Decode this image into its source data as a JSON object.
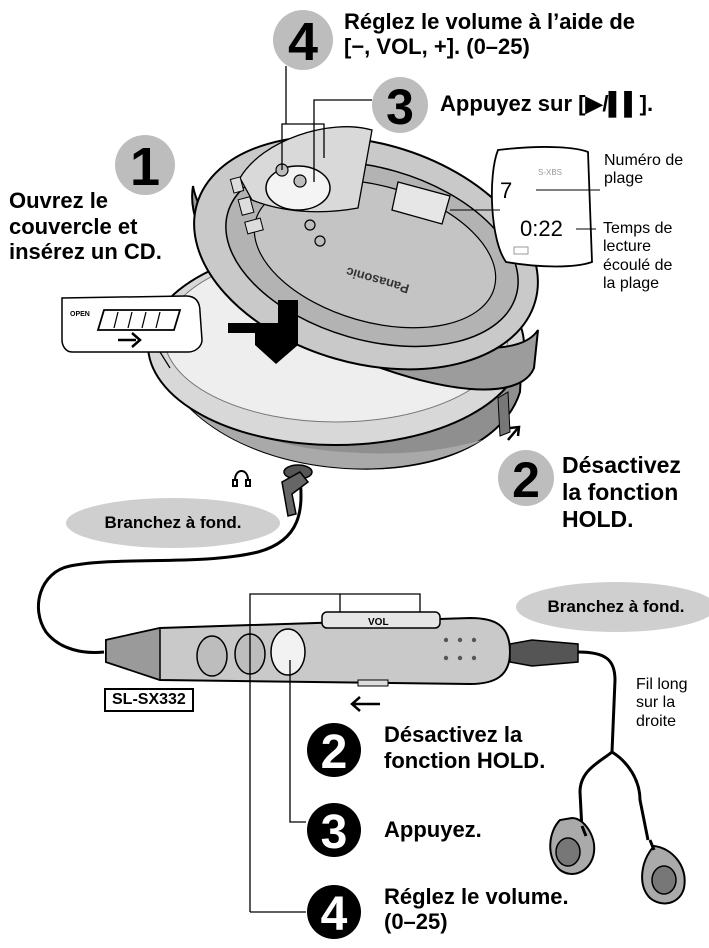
{
  "steps_top": {
    "step1": {
      "number": "1",
      "text": "Ouvrez le\ncouvercle et\ninsérez un CD."
    },
    "step2": {
      "number": "2",
      "text": "Désactivez\nla fonction\nHOLD."
    },
    "step3": {
      "number": "3",
      "text": "Appuyez sur [▶/▌▌]."
    },
    "step4": {
      "number": "4",
      "text": "Réglez le volume à l’aide de\n[−, VOL, +]. (0–25)"
    }
  },
  "display": {
    "track_number": "7",
    "time": "0:22",
    "mode": "S-XBS",
    "label_track": "Numéro de\nplage",
    "label_time": "Temps de\nlecture\nécoulé de\nla plage"
  },
  "player": {
    "open_label": "OPEN",
    "brand": "Panasonic"
  },
  "remote": {
    "vol_label": "VOL",
    "model": "SL-SX332"
  },
  "callouts": {
    "plug_left": "Branchez à fond.",
    "plug_right": "Branchez à fond."
  },
  "cord_note": "Fil long\nsur la\ndroite",
  "steps_bottom": {
    "step2": {
      "number": "2",
      "text": "Désactivez la\nfonction HOLD."
    },
    "step3": {
      "number": "3",
      "text": "Appuyez."
    },
    "step4": {
      "number": "4",
      "text": "Réglez le volume.\n(0–25)"
    }
  },
  "colors": {
    "badge_gray": "#bdbdbd",
    "badge_dark": "#000000",
    "body_gray": "#c9c9c9",
    "disc": "#eeeeee"
  },
  "icons": [
    "arrow-down-icon",
    "arrow-left-icon",
    "arrow-right-icon",
    "arrow-diagonal-icon",
    "headphone-icon"
  ]
}
